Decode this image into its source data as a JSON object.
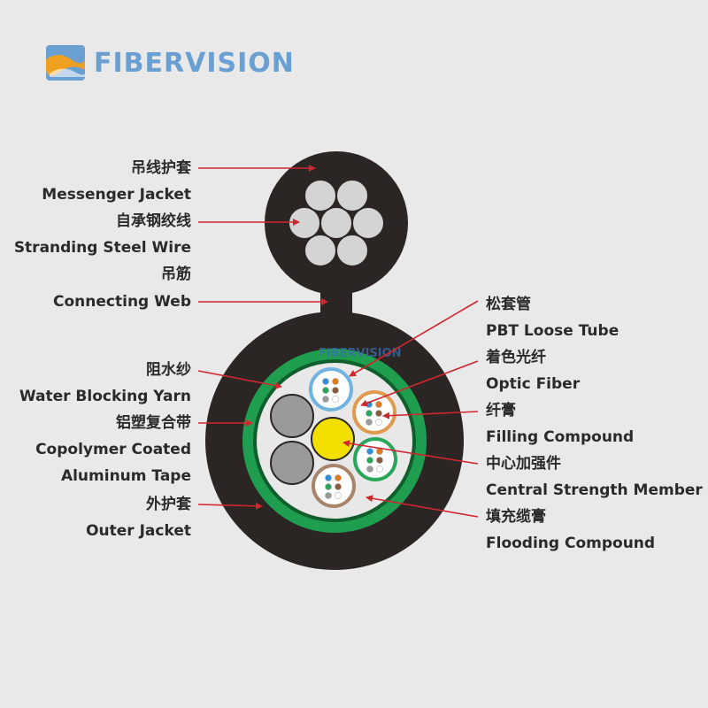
{
  "brand": {
    "name": "FIBERVISION",
    "watermark": "FIBERVISION"
  },
  "labels_left": [
    {
      "zh": "吊线护套",
      "en": "Messenger Jacket"
    },
    {
      "zh": "自承钢绞线",
      "en": "Stranding Steel Wire"
    },
    {
      "zh": "吊筋",
      "en": "Connecting Web"
    },
    {
      "zh": "阻水纱",
      "en": "Water Blocking Yarn"
    },
    {
      "zh": "铝塑复合带",
      "en": "Copolymer Coated",
      "en2": "Aluminum Tape"
    },
    {
      "zh": "外护套",
      "en": "Outer Jacket"
    }
  ],
  "labels_right": [
    {
      "zh": "松套管",
      "en": "PBT Loose Tube"
    },
    {
      "zh": "着色光纤",
      "en": "Optic Fiber"
    },
    {
      "zh": "纤膏",
      "en": "Filling Compound"
    },
    {
      "zh": "中心加强件",
      "en": "Central Strength Member"
    },
    {
      "zh": "填充缆膏",
      "en": "Flooding Compound"
    }
  ],
  "colors": {
    "jacket": "#2b2523",
    "steel": "#d4d4d4",
    "tape": "#1f9e4f",
    "core_fill": "#e8e8e8",
    "strength_member": "#f2e100",
    "filler": "#9a9a9a",
    "arrow": "#d0262e",
    "logo_blue": "#6a9fd2",
    "logo_orange": "#f0a020"
  },
  "tube_colors": [
    "#6fb3e0",
    "#e09a50",
    "#2aa55a",
    "#a7846a"
  ],
  "fiber_colors": [
    "#2d8fd8",
    "#e07a1f",
    "#2aa55a",
    "#8a5a3a",
    "#9a9a9a",
    "#ffffff"
  ]
}
